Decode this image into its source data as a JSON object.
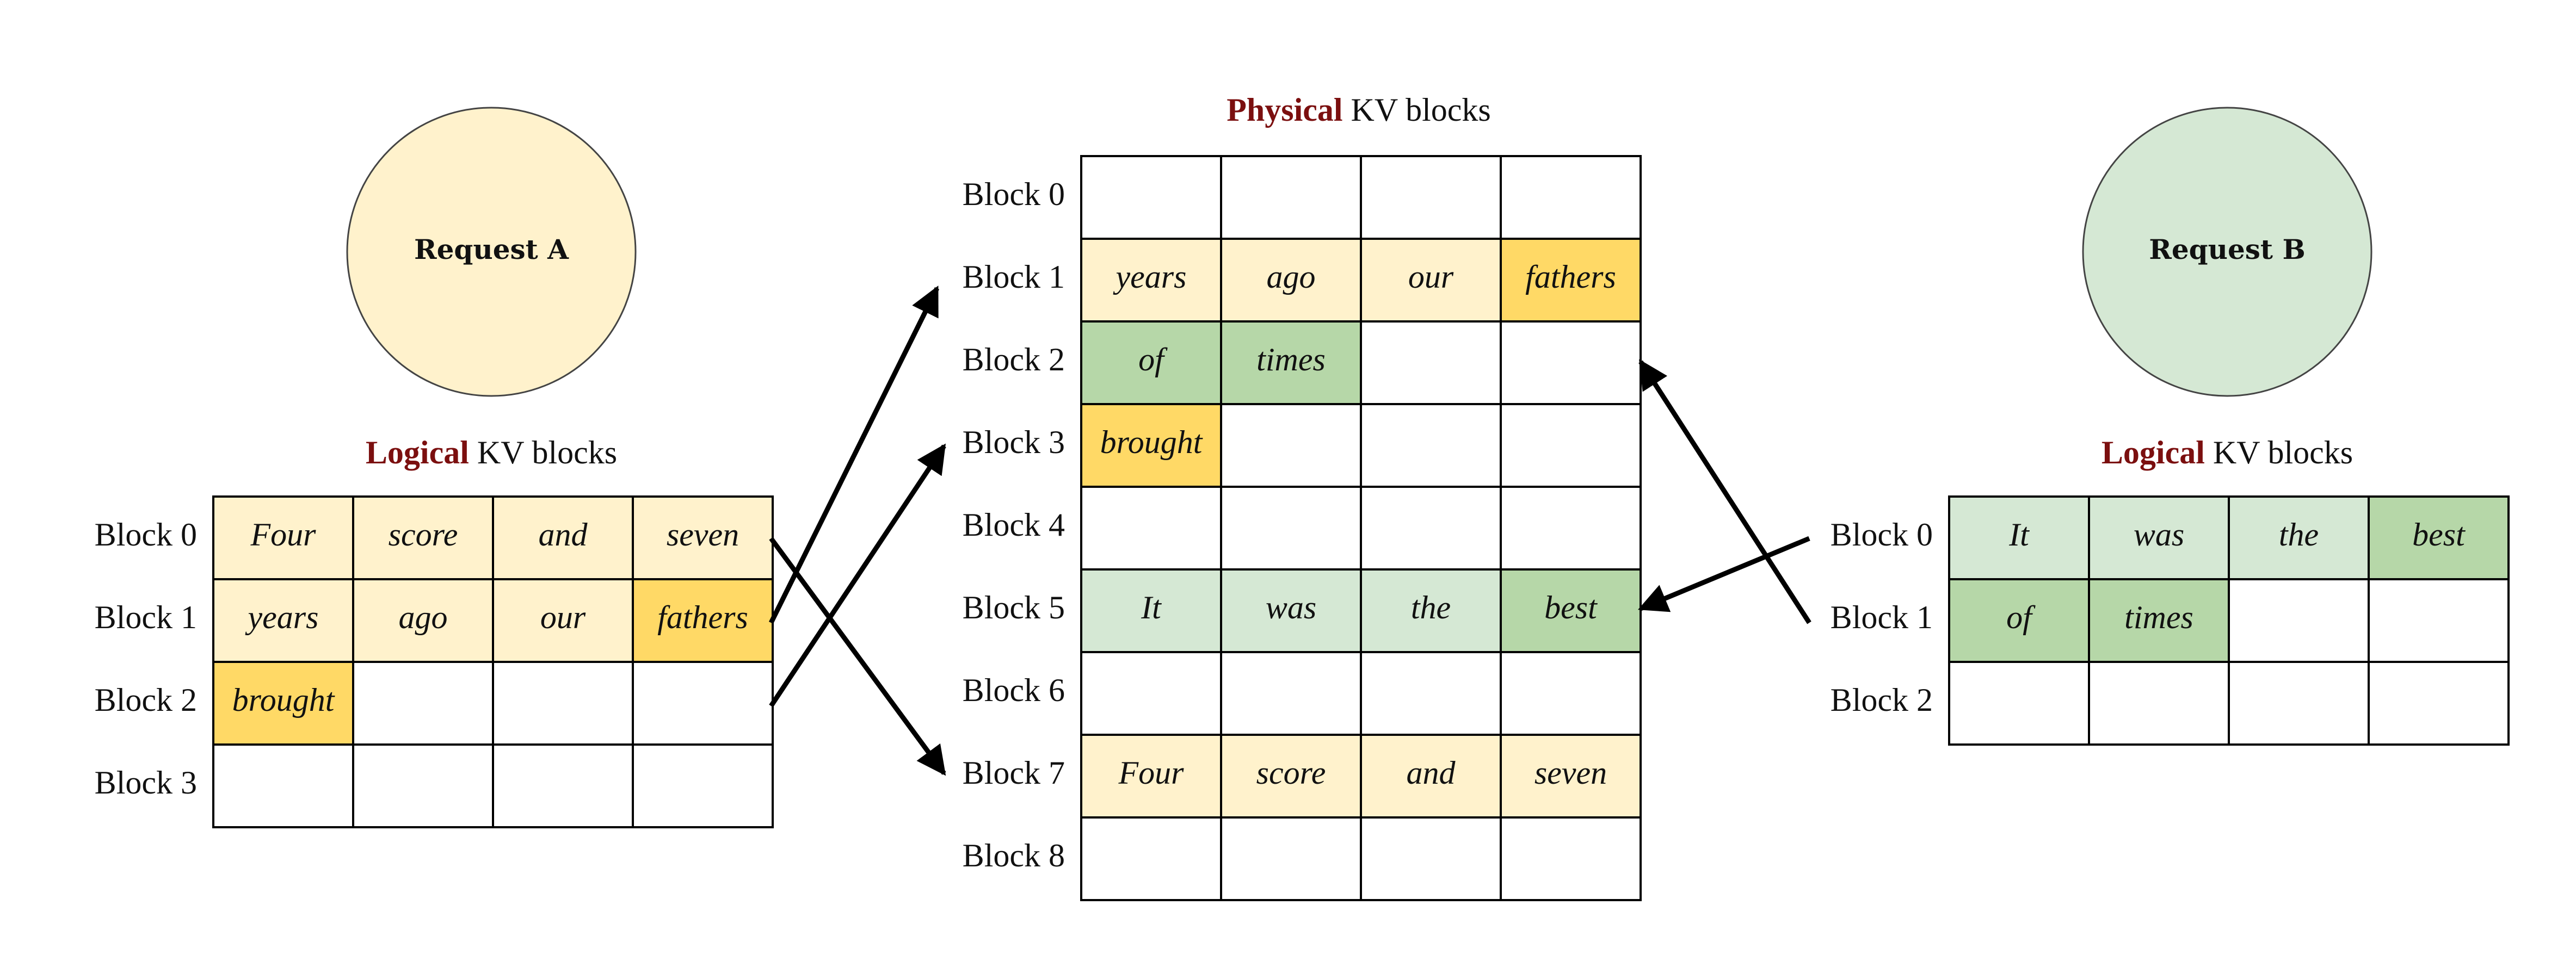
{
  "colors": {
    "a_light": "#fff2cc",
    "a_dark": "#ffd966",
    "b_light": "#d5e8d4",
    "b_dark": "#b6d7a8",
    "accent": "#7b0f0f",
    "empty": "#ffffff"
  },
  "request_a": {
    "label": "Request A",
    "table_title_accent": "Logical",
    "table_title_rest": " KV blocks",
    "rows": [
      {
        "label": "Block 0",
        "cells": [
          {
            "t": "Four",
            "c": "a_light"
          },
          {
            "t": "score",
            "c": "a_light"
          },
          {
            "t": "and",
            "c": "a_light"
          },
          {
            "t": "seven",
            "c": "a_light"
          }
        ]
      },
      {
        "label": "Block 1",
        "cells": [
          {
            "t": "years",
            "c": "a_light"
          },
          {
            "t": "ago",
            "c": "a_light"
          },
          {
            "t": "our",
            "c": "a_light"
          },
          {
            "t": "fathers",
            "c": "a_dark"
          }
        ]
      },
      {
        "label": "Block 2",
        "cells": [
          {
            "t": "brought",
            "c": "a_dark"
          },
          {
            "t": "",
            "c": "empty"
          },
          {
            "t": "",
            "c": "empty"
          },
          {
            "t": "",
            "c": "empty"
          }
        ]
      },
      {
        "label": "Block 3",
        "cells": [
          {
            "t": "",
            "c": "empty"
          },
          {
            "t": "",
            "c": "empty"
          },
          {
            "t": "",
            "c": "empty"
          },
          {
            "t": "",
            "c": "empty"
          }
        ]
      }
    ]
  },
  "physical": {
    "table_title_accent": "Physical",
    "table_title_rest": " KV blocks",
    "rows": [
      {
        "label": "Block 0",
        "cells": [
          {
            "t": "",
            "c": "empty"
          },
          {
            "t": "",
            "c": "empty"
          },
          {
            "t": "",
            "c": "empty"
          },
          {
            "t": "",
            "c": "empty"
          }
        ]
      },
      {
        "label": "Block 1",
        "cells": [
          {
            "t": "years",
            "c": "a_light"
          },
          {
            "t": "ago",
            "c": "a_light"
          },
          {
            "t": "our",
            "c": "a_light"
          },
          {
            "t": "fathers",
            "c": "a_dark"
          }
        ]
      },
      {
        "label": "Block 2",
        "cells": [
          {
            "t": "of",
            "c": "b_dark"
          },
          {
            "t": "times",
            "c": "b_dark"
          },
          {
            "t": "",
            "c": "empty"
          },
          {
            "t": "",
            "c": "empty"
          }
        ]
      },
      {
        "label": "Block 3",
        "cells": [
          {
            "t": "brought",
            "c": "a_dark"
          },
          {
            "t": "",
            "c": "empty"
          },
          {
            "t": "",
            "c": "empty"
          },
          {
            "t": "",
            "c": "empty"
          }
        ]
      },
      {
        "label": "Block 4",
        "cells": [
          {
            "t": "",
            "c": "empty"
          },
          {
            "t": "",
            "c": "empty"
          },
          {
            "t": "",
            "c": "empty"
          },
          {
            "t": "",
            "c": "empty"
          }
        ]
      },
      {
        "label": "Block 5",
        "cells": [
          {
            "t": "It",
            "c": "b_light"
          },
          {
            "t": "was",
            "c": "b_light"
          },
          {
            "t": "the",
            "c": "b_light"
          },
          {
            "t": "best",
            "c": "b_dark"
          }
        ]
      },
      {
        "label": "Block 6",
        "cells": [
          {
            "t": "",
            "c": "empty"
          },
          {
            "t": "",
            "c": "empty"
          },
          {
            "t": "",
            "c": "empty"
          },
          {
            "t": "",
            "c": "empty"
          }
        ]
      },
      {
        "label": "Block 7",
        "cells": [
          {
            "t": "Four",
            "c": "a_light"
          },
          {
            "t": "score",
            "c": "a_light"
          },
          {
            "t": "and",
            "c": "a_light"
          },
          {
            "t": "seven",
            "c": "a_light"
          }
        ]
      },
      {
        "label": "Block 8",
        "cells": [
          {
            "t": "",
            "c": "empty"
          },
          {
            "t": "",
            "c": "empty"
          },
          {
            "t": "",
            "c": "empty"
          },
          {
            "t": "",
            "c": "empty"
          }
        ]
      }
    ]
  },
  "request_b": {
    "label": "Request B",
    "table_title_accent": "Logical",
    "table_title_rest": " KV blocks",
    "rows": [
      {
        "label": "Block 0",
        "cells": [
          {
            "t": "It",
            "c": "b_light"
          },
          {
            "t": "was",
            "c": "b_light"
          },
          {
            "t": "the",
            "c": "b_light"
          },
          {
            "t": "best",
            "c": "b_dark"
          }
        ]
      },
      {
        "label": "Block 1",
        "cells": [
          {
            "t": "of",
            "c": "b_dark"
          },
          {
            "t": "times",
            "c": "b_dark"
          },
          {
            "t": "",
            "c": "empty"
          },
          {
            "t": "",
            "c": "empty"
          }
        ]
      },
      {
        "label": "Block 2",
        "cells": [
          {
            "t": "",
            "c": "empty"
          },
          {
            "t": "",
            "c": "empty"
          },
          {
            "t": "",
            "c": "empty"
          },
          {
            "t": "",
            "c": "empty"
          }
        ]
      }
    ]
  }
}
